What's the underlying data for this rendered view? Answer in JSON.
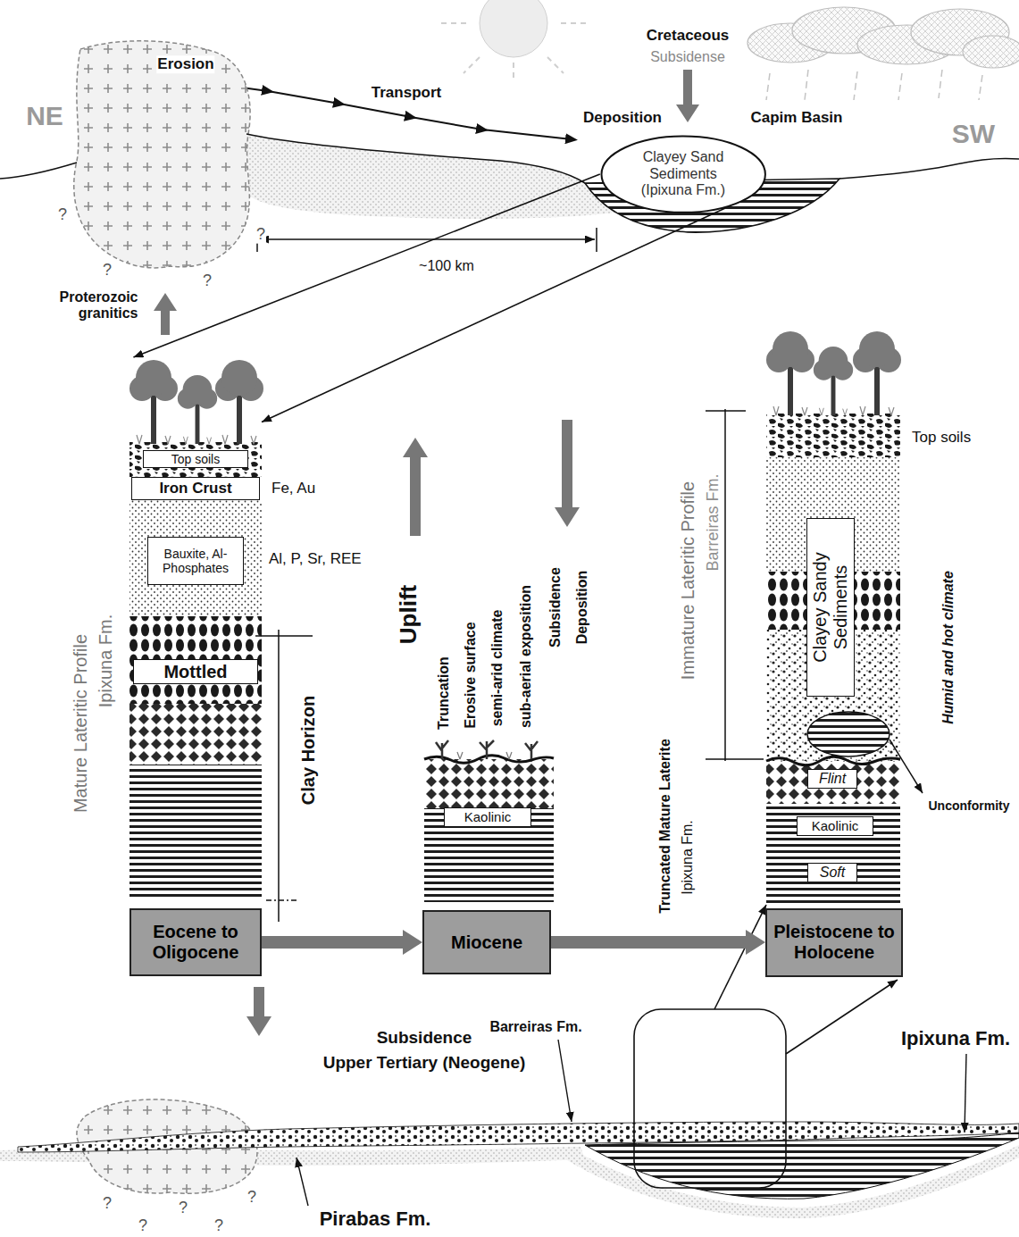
{
  "diagram": {
    "nodes": [
      {
        "text": [
          "Clayey Sand Sediments (Ipixuna Fm.)"
        ]
      },
      {
        "text": [
          "Mature Lateritic Profile",
          "Ipixuna Fm."
        ]
      },
      {
        "text": [
          "Top soils"
        ],
        "in": 1
      },
      {
        "text": [
          "Iron Crust"
        ],
        "in": 1
      },
      {
        "text": [
          "Bauxite, Al-Phosphates"
        ],
        "in": 1
      },
      {
        "text": [
          "Mottled"
        ],
        "in": 1
      },
      {
        "text": [
          "Eocene to Oligocene"
        ]
      },
      {
        "text": [
          "Kaolinic"
        ]
      },
      {
        "text": [
          "Miocene"
        ]
      },
      {
        "text": [
          "Clayey Sandy Sediments"
        ]
      },
      {
        "text": [
          "Flint"
        ]
      },
      {
        "text": [
          "Kaolinic"
        ]
      },
      {
        "text": [
          "Soft"
        ]
      },
      {
        "text": [
          "Pleistocene to Holocene"
        ]
      }
    ],
    "edges": [
      {
        "from": 0,
        "to": 1,
        "arrow": "to"
      },
      {
        "from": 0,
        "to": 1,
        "arrow": "to"
      },
      {
        "from": 6,
        "to": 8,
        "arrow": "to"
      },
      {
        "from": 8,
        "to": 13,
        "arrow": "to"
      }
    ],
    "labels": [
      "NE",
      "SW",
      "Erosion",
      "Transport",
      "Cretaceous",
      "Subsidense",
      "Deposition",
      "Capim Basin",
      "~100 km",
      "Proterozoic granitics",
      "?",
      "?",
      "?",
      "?",
      "Fe, Au",
      "Al, P, Sr, REE",
      "Clay Horizon",
      "Uplift",
      "Truncation",
      "Erosive surface",
      "semi-arid climate",
      "sub-aerial exposition",
      "Subsidence",
      "Deposition",
      "Top soils",
      "Immature Lateritic Profile",
      "Barreiras Fm.",
      "Humid and hot climate",
      "Unconformity",
      "Truncated Mature Laterite",
      "Ipixuna Fm.",
      "Subsidence",
      "Upper Tertiary (Neogene)",
      "Barreiras Fm.",
      "Ipixuna Fm.",
      "Pirabas Fm.",
      "?",
      "?",
      "?",
      "?",
      "?"
    ]
  }
}
